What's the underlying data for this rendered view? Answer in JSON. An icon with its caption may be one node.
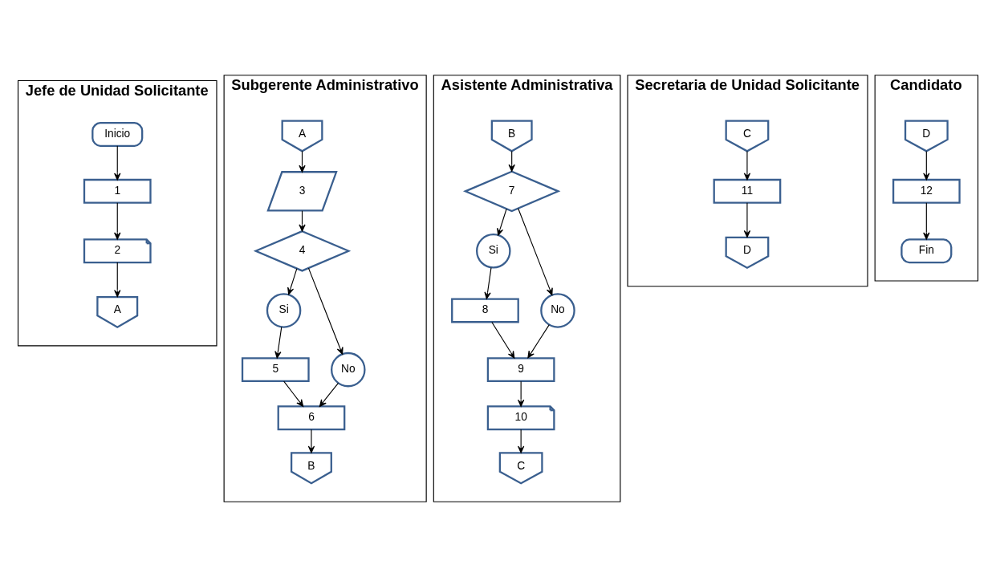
{
  "diagram": {
    "nodes": [
      {
        "text": [
          "Jefe de Unidad Solicitante"
        ]
      },
      {
        "text": [
          "Inicio"
        ],
        "in": 0
      },
      {
        "text": [
          "1"
        ],
        "in": 0
      },
      {
        "text": [
          "2"
        ],
        "in": 0
      },
      {
        "text": [
          "A"
        ],
        "in": 0
      },
      {
        "text": [
          "Subgerente Administrativo"
        ]
      },
      {
        "text": [
          "A"
        ],
        "in": 5
      },
      {
        "text": [
          "3"
        ],
        "in": 5
      },
      {
        "text": [
          "4"
        ],
        "in": 5
      },
      {
        "text": [
          "Si"
        ],
        "in": 5
      },
      {
        "text": [
          "No"
        ],
        "in": 5
      },
      {
        "text": [
          "5"
        ],
        "in": 5
      },
      {
        "text": [
          "6"
        ],
        "in": 5
      },
      {
        "text": [
          "B"
        ],
        "in": 5
      },
      {
        "text": [
          "Asistente Administrativa"
        ]
      },
      {
        "text": [
          "B"
        ],
        "in": 14
      },
      {
        "text": [
          "7"
        ],
        "in": 14
      },
      {
        "text": [
          "Si"
        ],
        "in": 14
      },
      {
        "text": [
          "No"
        ],
        "in": 14
      },
      {
        "text": [
          "8"
        ],
        "in": 14
      },
      {
        "text": [
          "9"
        ],
        "in": 14
      },
      {
        "text": [
          "10"
        ],
        "in": 14
      },
      {
        "text": [
          "C"
        ],
        "in": 14
      },
      {
        "text": [
          "Secretaria de Unidad Solicitante"
        ]
      },
      {
        "text": [
          "C"
        ],
        "in": 23
      },
      {
        "text": [
          "11"
        ],
        "in": 23
      },
      {
        "text": [
          "D"
        ],
        "in": 23
      },
      {
        "text": [
          "Candidato"
        ]
      },
      {
        "text": [
          "D"
        ],
        "in": 27
      },
      {
        "text": [
          "12"
        ],
        "in": 27
      },
      {
        "text": [
          "Fin"
        ],
        "in": 27
      }
    ],
    "edges": [
      {
        "from": 1,
        "to": 2,
        "arrow": "to"
      },
      {
        "from": 2,
        "to": 3,
        "arrow": "to"
      },
      {
        "from": 3,
        "to": 4,
        "arrow": "to"
      },
      {
        "from": 6,
        "to": 7,
        "arrow": "to"
      },
      {
        "from": 7,
        "to": 8,
        "arrow": "to"
      },
      {
        "from": 8,
        "to": 9,
        "arrow": "to"
      },
      {
        "from": 8,
        "to": 10,
        "arrow": "to"
      },
      {
        "from": 9,
        "to": 11,
        "arrow": "to"
      },
      {
        "from": 11,
        "to": 12,
        "arrow": "to"
      },
      {
        "from": 10,
        "to": 12,
        "arrow": "to"
      },
      {
        "from": 12,
        "to": 13,
        "arrow": "to"
      },
      {
        "from": 15,
        "to": 16,
        "arrow": "to"
      },
      {
        "from": 16,
        "to": 17,
        "arrow": "to"
      },
      {
        "from": 16,
        "to": 18,
        "arrow": "to"
      },
      {
        "from": 17,
        "to": 19,
        "arrow": "to"
      },
      {
        "from": 19,
        "to": 20,
        "arrow": "to"
      },
      {
        "from": 18,
        "to": 20,
        "arrow": "to"
      },
      {
        "from": 20,
        "to": 21,
        "arrow": "to"
      },
      {
        "from": 21,
        "to": 22,
        "arrow": "to"
      },
      {
        "from": 24,
        "to": 25,
        "arrow": "to"
      },
      {
        "from": 25,
        "to": 26,
        "arrow": "to"
      },
      {
        "from": 28,
        "to": 29,
        "arrow": "to"
      },
      {
        "from": 29,
        "to": 30,
        "arrow": "to"
      }
    ]
  }
}
